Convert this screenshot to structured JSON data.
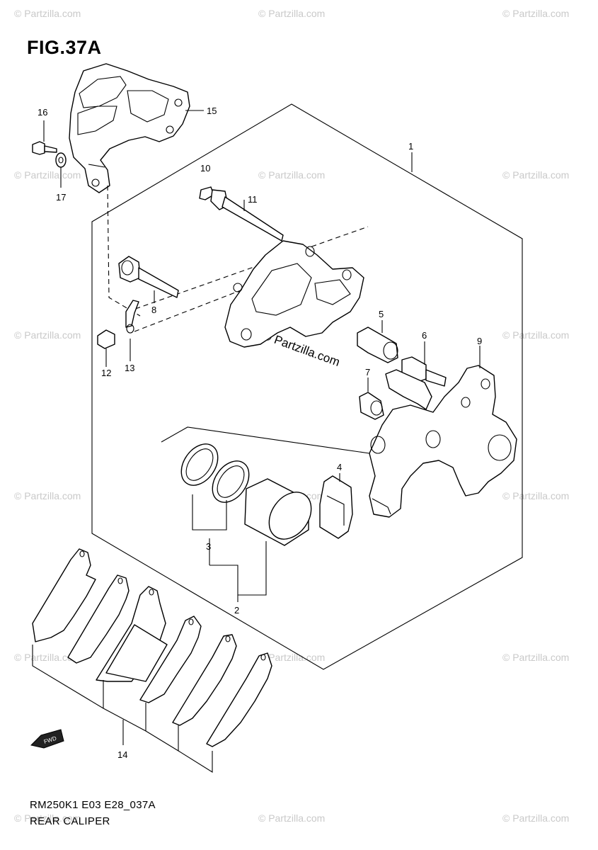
{
  "figure": {
    "title": "FIG.37A",
    "code": "RM250K1 E03 E28_037A",
    "name": "REAR CALIPER",
    "fwd_label": "FWD"
  },
  "callouts": [
    "1",
    "2",
    "3",
    "4",
    "5",
    "6",
    "7",
    "8",
    "9",
    "10",
    "11",
    "12",
    "13",
    "14",
    "15",
    "16",
    "17"
  ],
  "watermark": {
    "small": "© Partzilla.com",
    "center": "© Partzilla.com"
  }
}
